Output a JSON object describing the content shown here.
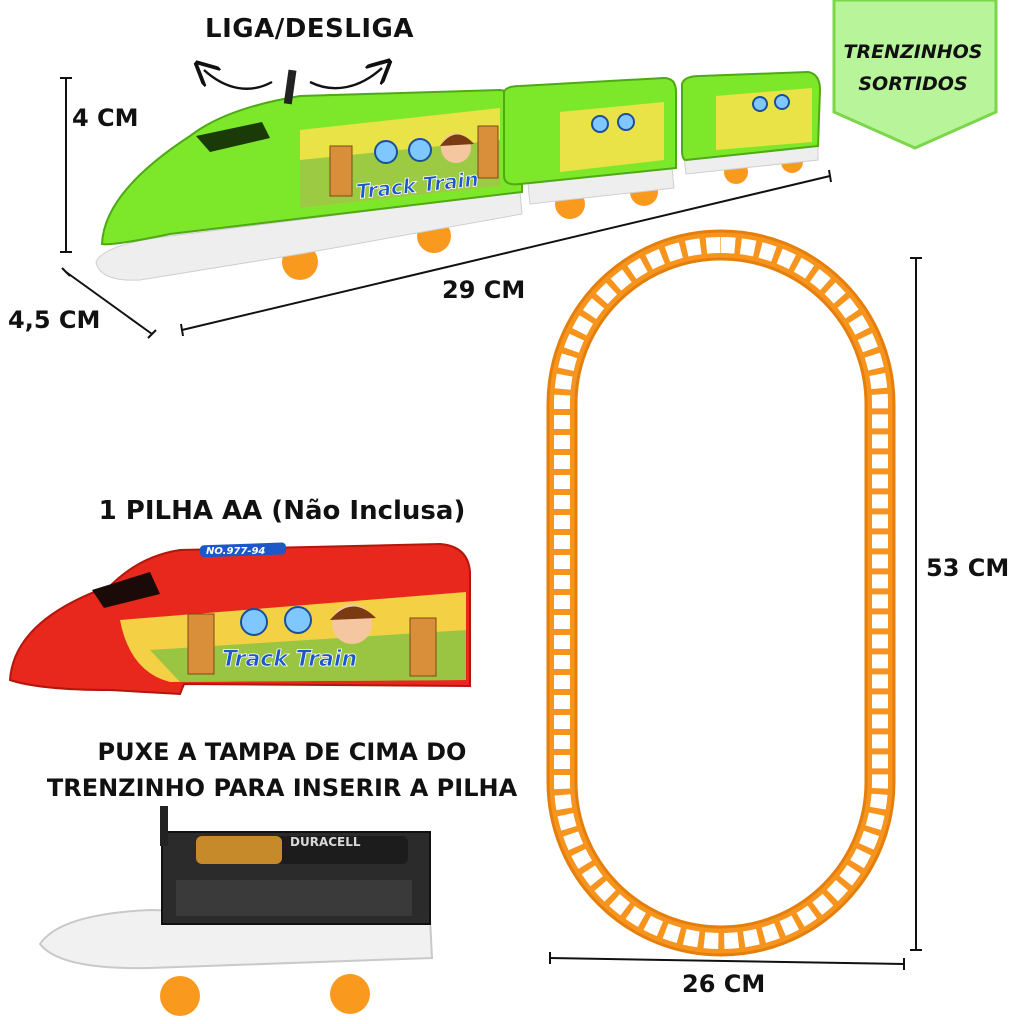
{
  "switch_label": "LIGA/DESLIGA",
  "badge": {
    "line1": "TRENZINHOS",
    "line2": "SORTIDOS",
    "color": "#b8f59a"
  },
  "dimensions": {
    "height": "4 CM",
    "depth": "4,5 CM",
    "length": "29 CM",
    "track_length": "53 CM",
    "track_width": "26 CM"
  },
  "battery_label": "1 PILHA AA (Não Inclusa)",
  "instructions": {
    "line1": "PUXE A TAMPA  DE CIMA DO",
    "line2": "TRENZINHO PARA INSERIR A PILHA"
  },
  "train_print": {
    "main": "Track Train",
    "model": "NO.977-94",
    "battery_brand": "DURACELL"
  },
  "colors": {
    "train_green": "#7de82a",
    "train_red": "#e8281c",
    "track_orange": "#f7941d",
    "wheel_orange": "#f99a1f"
  }
}
